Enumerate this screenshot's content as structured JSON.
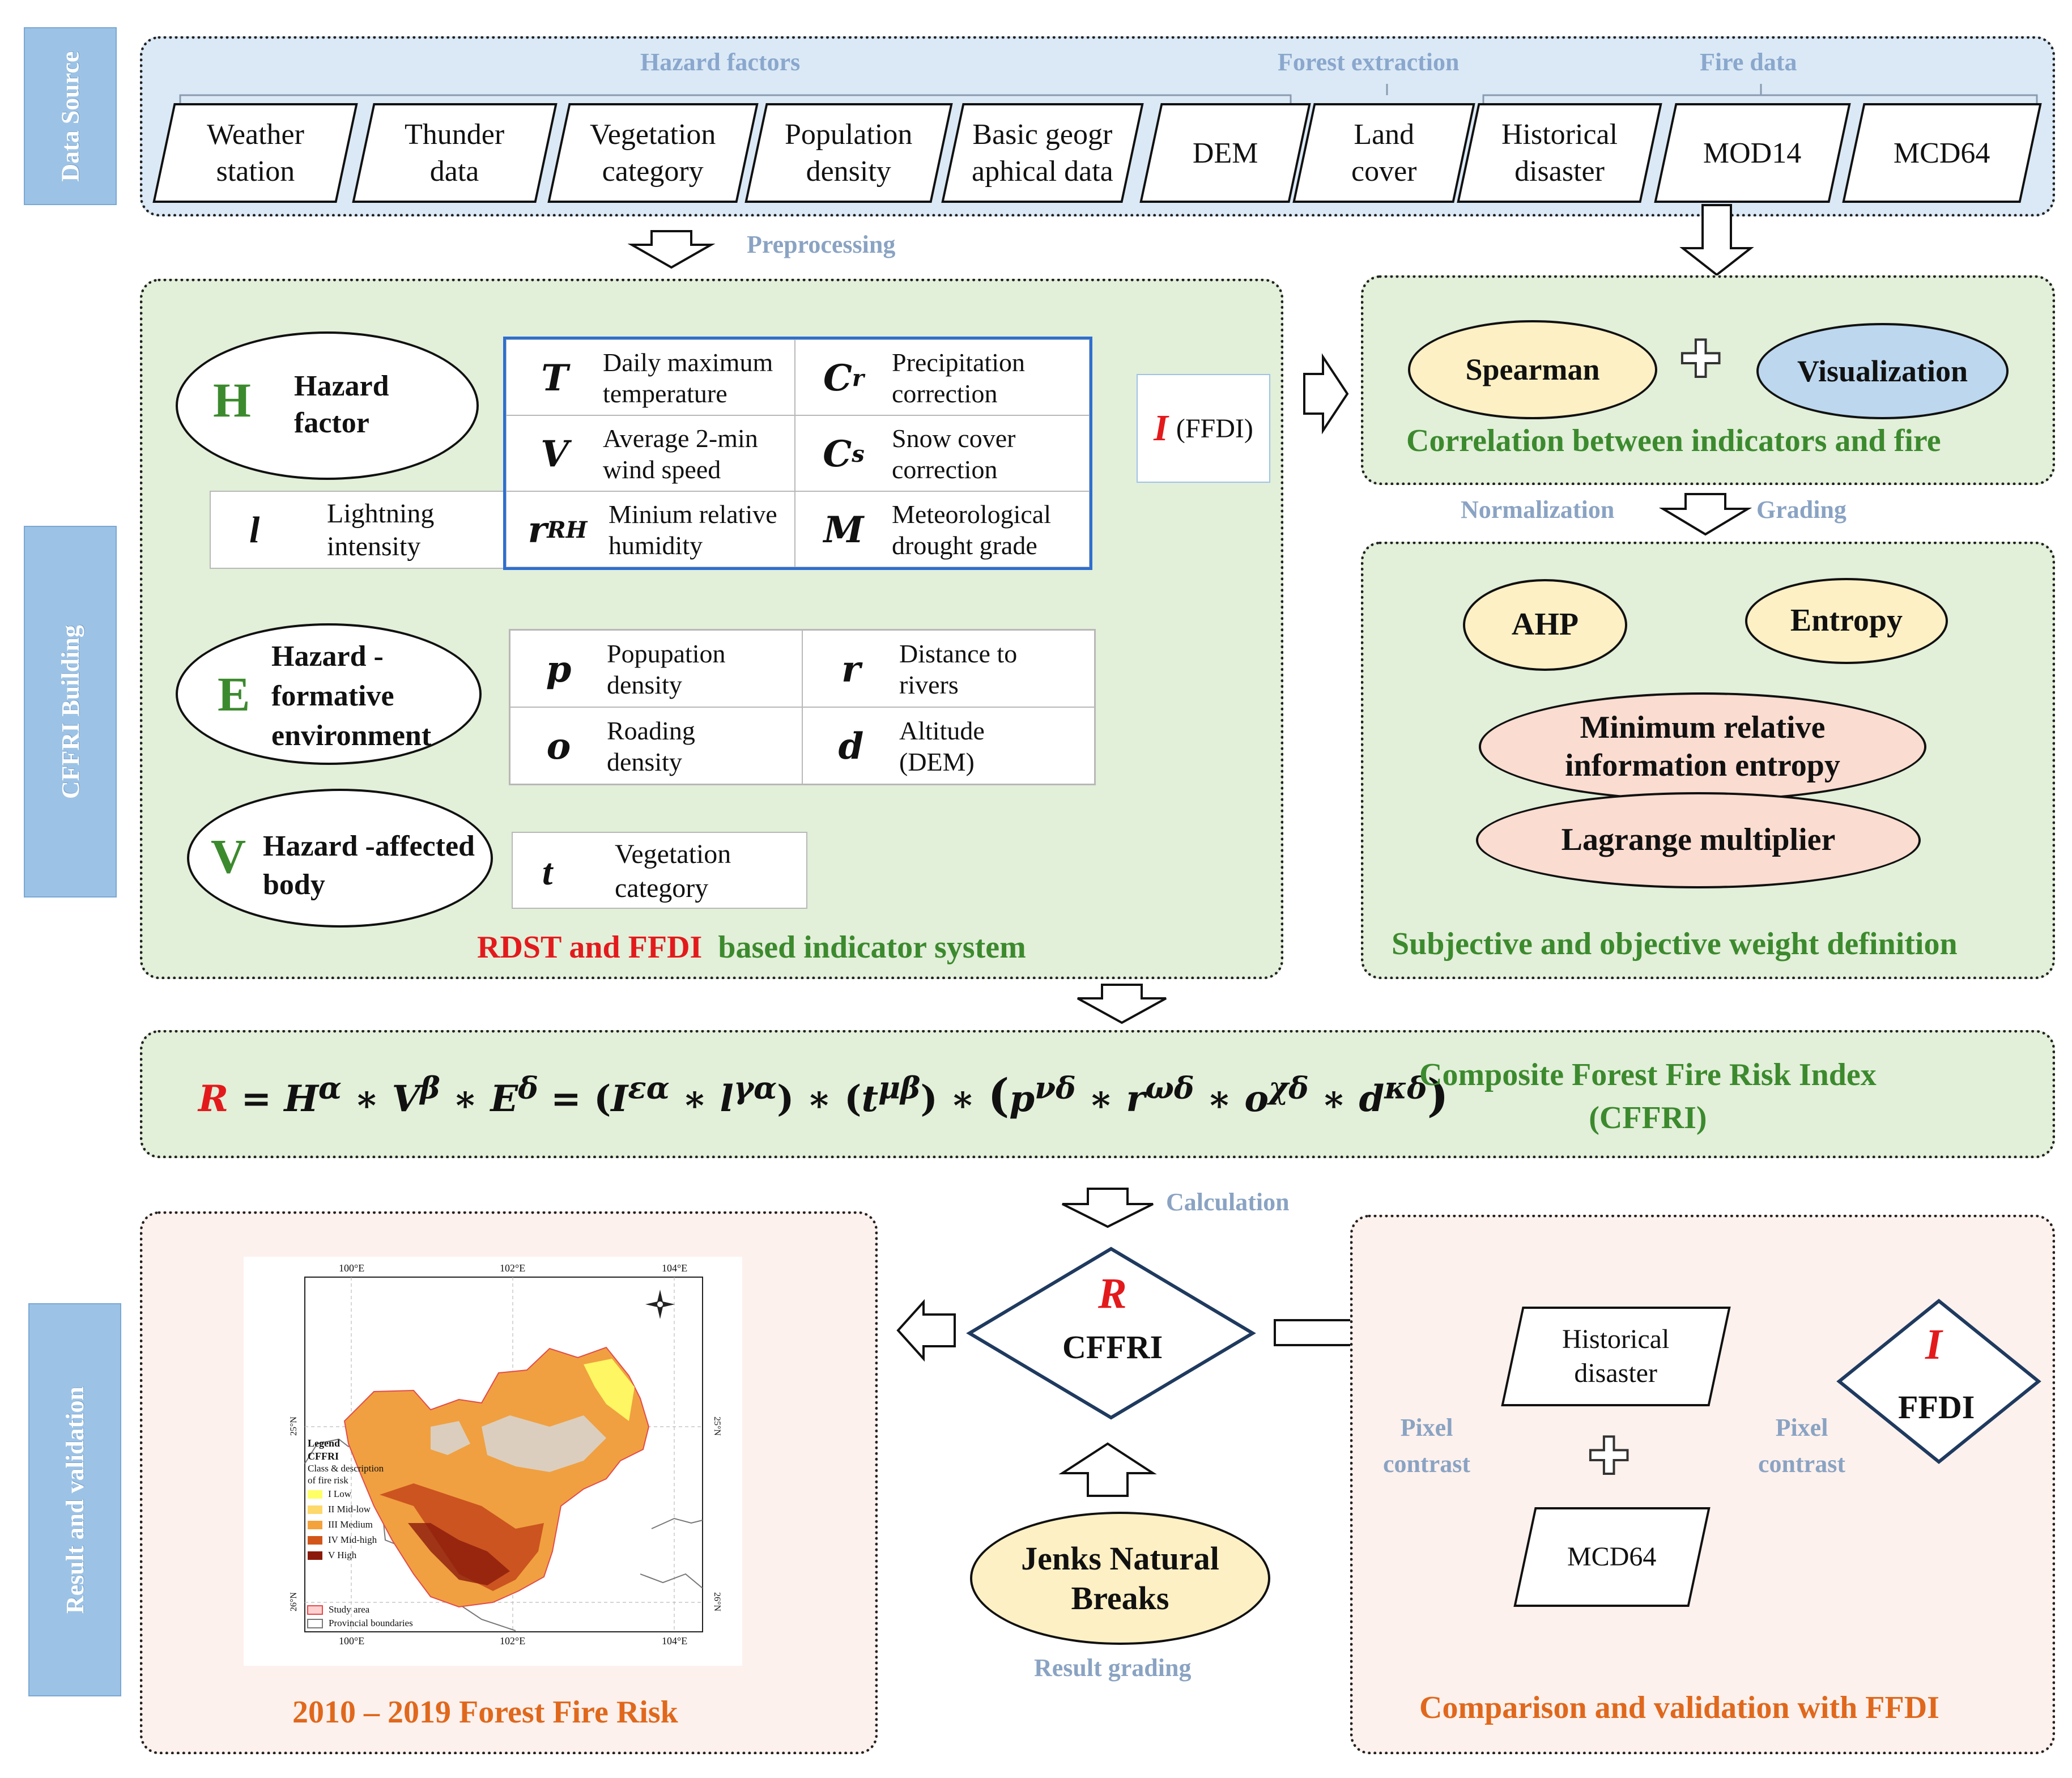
{
  "side_labels": {
    "data_source": "Data Source",
    "cffri_building": "CFFRI Building",
    "result_validation": "Result and validation"
  },
  "data_source": {
    "group_labels": {
      "hazard": "Hazard factors",
      "forest": "Forest extraction",
      "fire": "Fire data"
    },
    "items": [
      {
        "line1": "Weather",
        "line2": "station"
      },
      {
        "line1": "Thunder",
        "line2": "data"
      },
      {
        "line1": "Vegetation",
        "line2": "category"
      },
      {
        "line1": "Population",
        "line2": "density"
      },
      {
        "line1": "Basic geogr",
        "line2": "aphical data"
      },
      {
        "line1": "DEM",
        "line2": ""
      },
      {
        "line1": "Land",
        "line2": "cover"
      },
      {
        "line1": "Historical",
        "line2": "disaster"
      },
      {
        "line1": "MOD14",
        "line2": ""
      },
      {
        "line1": "MCD64",
        "line2": ""
      }
    ]
  },
  "flow_labels": {
    "preprocessing": "Preprocessing",
    "normalization": "Normalization",
    "grading": "Grading",
    "calculation": "Calculation",
    "result_grading": "Result grading",
    "pixel_contrast_1": "Pixel contrast",
    "pixel_contrast_2": "Pixel contrast"
  },
  "hazard": {
    "H": {
      "letter": "H",
      "line1": "Hazard",
      "line2": "factor"
    },
    "E": {
      "letter": "E",
      "line1": "Hazard -",
      "line2": "formative",
      "line3": "environment"
    },
    "V": {
      "letter": "V",
      "line1": "Hazard -affected",
      "line2": "body"
    },
    "lightning": {
      "sym": "l",
      "l1": "Lightning",
      "l2": "intensity"
    },
    "h_table": [
      [
        {
          "sym": "T",
          "l1": "Daily maximum",
          "l2": "temperature"
        },
        {
          "sym": "C",
          "sub": "r",
          "l1": "Precipitation",
          "l2": "correction"
        }
      ],
      [
        {
          "sym": "V",
          "l1": "Average 2-min",
          "l2": "wind speed"
        },
        {
          "sym": "C",
          "sub": "s",
          "l1": "Snow cover",
          "l2": "correction"
        }
      ],
      [
        {
          "sym": "r",
          "sub": "RH",
          "l1": "Minium relative",
          "l2": "humidity"
        },
        {
          "sym": "M",
          "l1": "Meteorological",
          "l2": "drought grade"
        }
      ]
    ],
    "e_table": [
      [
        {
          "sym": "p",
          "l1": "Popupation",
          "l2": "density"
        },
        {
          "sym": "r",
          "l1": "Distance to",
          "l2": "rivers"
        }
      ],
      [
        {
          "sym": "o",
          "l1": "Roading",
          "l2": "density"
        },
        {
          "sym": "d",
          "l1": "Altitude",
          "l2": "(DEM)"
        }
      ]
    ],
    "v_table": {
      "sym": "t",
      "l1": "Vegetation",
      "l2": "category"
    },
    "ffdi_box": {
      "sym": "I",
      "label": "(FFDI)"
    },
    "caption_red": "RDST and FFDI",
    "caption_green": "based indicator system"
  },
  "correlation": {
    "spearman": "Spearman",
    "plus": "✚",
    "visualization": "Visualization",
    "caption": "Correlation between indicators and fire"
  },
  "weights": {
    "ahp": "AHP",
    "entropy": "Entropy",
    "mrie_l1": "Minimum relative",
    "mrie_l2": "information entropy",
    "lagrange": "Lagrange multiplier",
    "caption": "Subjective and objective weight definition"
  },
  "cffri": {
    "title_l1": "Composite Forest Fire Risk Index",
    "title_l2": "(CFFRI)"
  },
  "result": {
    "caption": "2010 – 2019 Forest Fire Risk",
    "diamond_sym": "R",
    "diamond_label": "CFFRI",
    "jenks_l1": "Jenks Natural",
    "jenks_l2": "Breaks",
    "map": {
      "top_ticks": [
        "100°E",
        "102°E",
        "104°E"
      ],
      "bottom_ticks": [
        "100°E",
        "102°E",
        "104°E"
      ],
      "left_ticks": [
        "25°N",
        "26°N"
      ],
      "right_ticks": [
        "25°N",
        "26°N"
      ],
      "legend_title": "Legend",
      "legend_sub": "CFFRI",
      "legend_desc_l1": "Class & description",
      "legend_desc_l2": "of fire risk",
      "classes": [
        {
          "label": "I   Low",
          "color": "#ffff66"
        },
        {
          "label": "II   Mid-low",
          "color": "#fdd86b"
        },
        {
          "label": "III   Medium",
          "color": "#f4a23c"
        },
        {
          "label": "IV   Mid-high",
          "color": "#d2561a"
        },
        {
          "label": "V   High",
          "color": "#8b1a0b"
        }
      ],
      "study_area": "Study area",
      "provincial": "Provincial boundaries"
    }
  },
  "validation": {
    "historical_l1": "Historical",
    "historical_l2": "disaster",
    "mcd64": "MCD64",
    "plus": "✚",
    "ffdi_sym": "I",
    "ffdi_label": "FFDI",
    "caption": "Comparison and validation with FFDI"
  },
  "colors": {
    "accent_green": "#3c8a2e",
    "accent_red": "#e31a1c",
    "accent_orange": "#e0681c",
    "label_gray": "#8aa3c3"
  }
}
